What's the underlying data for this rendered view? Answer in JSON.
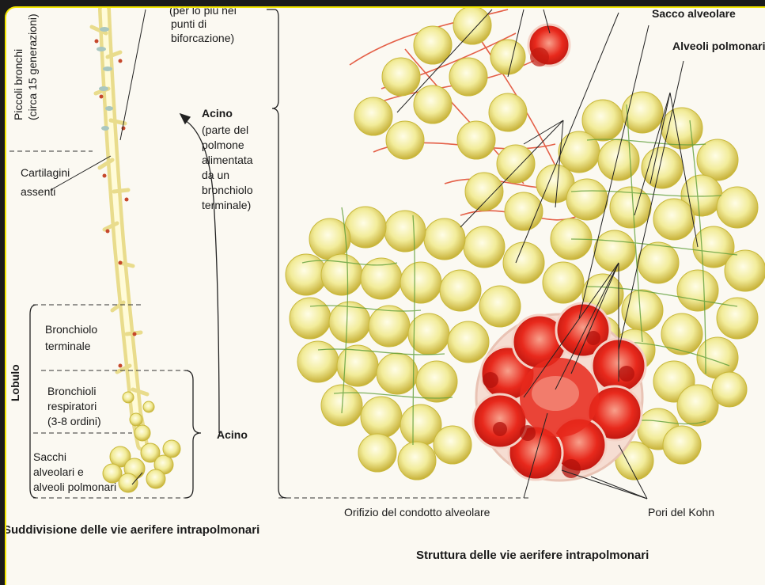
{
  "labels": {
    "biforcazione_top": "(per lo più nei",
    "biforcazione_mid": "punti di",
    "biforcazione_bot": "biforcazione)",
    "piccoli_bronchi": "Piccoli bronchi",
    "circa_generazioni": "(circa 15 generazioni)",
    "cartilagini_1": "Cartilagini",
    "cartilagini_2": "assenti",
    "acino_title": "Acino",
    "acino_def_1": "(parte del",
    "acino_def_2": "polmone",
    "acino_def_3": "alimentata",
    "acino_def_4": "da un",
    "acino_def_5": "bronchiolo",
    "acino_def_6": "terminale)",
    "lobulo": "Lobulo",
    "bronchiolo_1": "Bronchiolo",
    "bronchiolo_2": "terminale",
    "bronchioli_1": "Bronchioli",
    "bronchioli_2": "respiratori",
    "bronchioli_3": "(3-8 ordini)",
    "sacchi_1": "Sacchi",
    "sacchi_2": "alveolari e",
    "sacchi_3": "alveoli polmonari",
    "acino_bracket": "Acino",
    "sacco_alveolare": "Sacco alveolare",
    "alveoli_polmonari": "Alveoli polmonari",
    "orifizio": "Orifizio del condotto alveolare",
    "pori_kohn": "Pori del Kohn"
  },
  "captions": {
    "left": "Suddivisione delle vie aerifere intrapolmonari",
    "right": "Struttura delle vie aerifere intrapolmonari"
  },
  "colors": {
    "alveolus_fill": "#f2ec9a",
    "alveolus_stroke": "#c9b93a",
    "capillary_green": "#5f9e3a",
    "capillary_red": "#e0452a",
    "sac_red": "#e8291c",
    "border_yellow": "#f3e600"
  }
}
